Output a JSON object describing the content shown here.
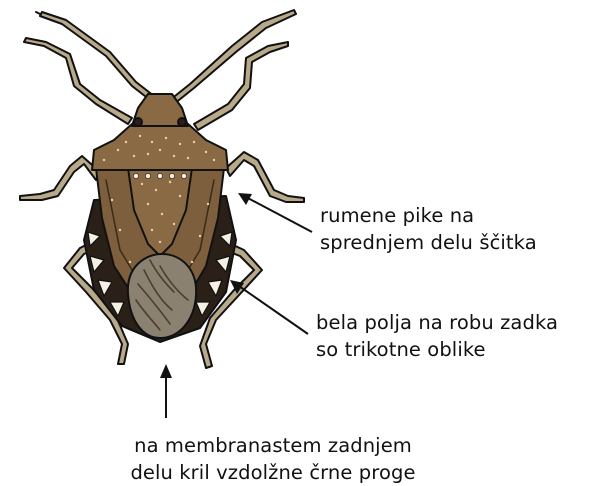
{
  "annotations": {
    "speckles": {
      "line1": "rumene pike na",
      "line2": "sprednjem delu ščitka"
    },
    "white_patches": {
      "line1": "bela polja na robu zadka",
      "line2": "so trikotne oblike"
    },
    "membrane": {
      "line1": "na membranastem zadnjem",
      "line2": "delu kril vzdolžne črne proge"
    }
  },
  "colors": {
    "body_brown": "#8a6a45",
    "dark_brown": "#6e5233",
    "membrane_grey": "#8a8170",
    "leg_tan": "#b8a98a",
    "outline": "#111111",
    "speckle": "#e6d49a"
  }
}
